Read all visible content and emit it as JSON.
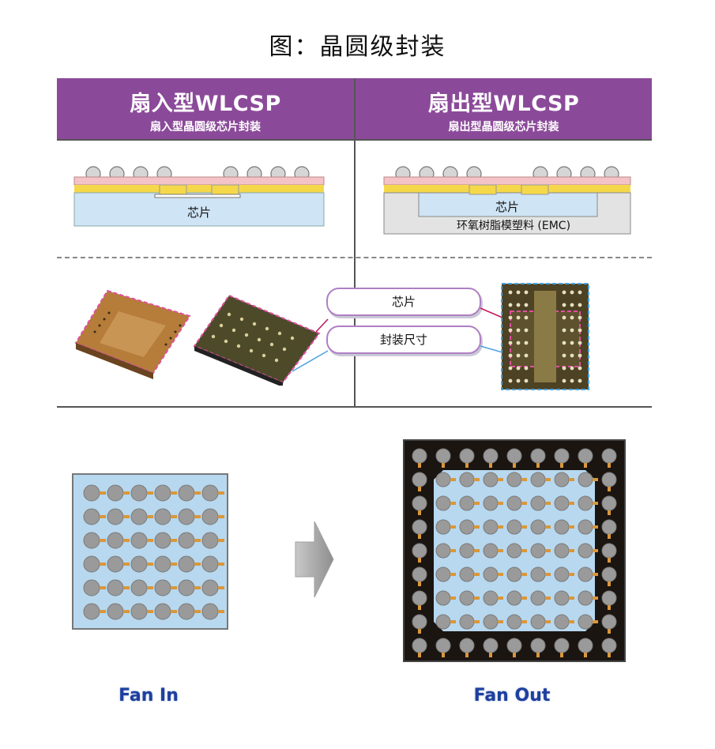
{
  "figure_title": "图：晶圆级封装",
  "left_header": {
    "title": "扇入型WLCSP",
    "subtitle": "扇入型晶圆级芯片封装"
  },
  "right_header": {
    "title": "扇出型WLCSP",
    "subtitle": "扇出型晶圆级芯片封装"
  },
  "left_cross_section": {
    "chip_label": "芯片"
  },
  "right_cross_section": {
    "chip_label": "芯片",
    "emc_label": "环氧树脂模塑料 (EMC)"
  },
  "callouts": {
    "chip": "芯片",
    "package_size": "封装尺寸"
  },
  "bottom": {
    "fan_in_label": "Fan In",
    "fan_out_label": "Fan Out"
  },
  "colors": {
    "header_purple": "#8b4a99",
    "fan_label_blue": "#1d3f9e"
  }
}
